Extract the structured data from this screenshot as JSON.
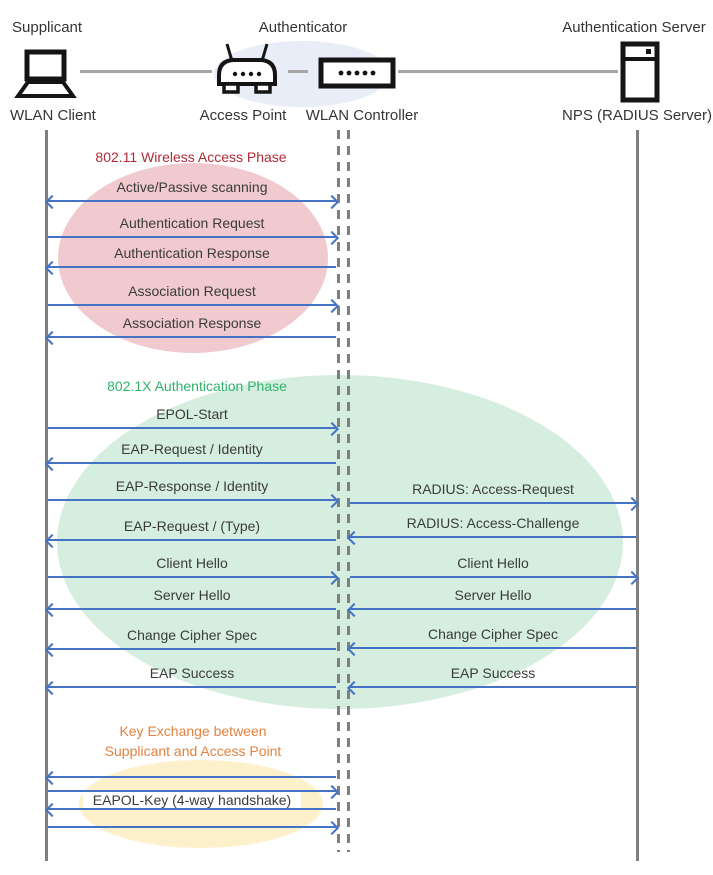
{
  "header": {
    "roles": {
      "supplicant": "Supplicant",
      "authenticator": "Authenticator",
      "authentication_server": "Authentication Server"
    },
    "devices": {
      "wlan_client": "WLAN Client",
      "access_point": "Access Point",
      "wlan_controller": "WLAN Controller",
      "radius_server": "NPS (RADIUS Server)"
    },
    "icons": [
      "laptop-icon",
      "access-point-icon",
      "wlan-controller-icon",
      "server-icon"
    ]
  },
  "phase1": {
    "title": "802.11 Wireless Access Phase",
    "title_color": "#B02A37",
    "fill_color": "#F0CACE",
    "messages": [
      {
        "label": "Active/Passive scanning",
        "direction": "both"
      },
      {
        "label": "Authentication Request",
        "direction": "right"
      },
      {
        "label": "Authentication Response",
        "direction": "left"
      },
      {
        "label": "Association Request",
        "direction": "right"
      },
      {
        "label": "Association Response",
        "direction": "left"
      }
    ]
  },
  "phase2": {
    "title": "802.1X Authentication Phase",
    "title_color": "#2FB46A",
    "fill_color": "#D5EEDF",
    "left_messages": [
      {
        "label": "EPOL-Start",
        "direction": "right"
      },
      {
        "label": "EAP-Request / Identity",
        "direction": "left"
      },
      {
        "label": "EAP-Response / Identity",
        "direction": "right"
      },
      {
        "label": "EAP-Request / (Type)",
        "direction": "left"
      },
      {
        "label": "Client Hello",
        "direction": "right"
      },
      {
        "label": "Server Hello",
        "direction": "left"
      },
      {
        "label": "Change Cipher Spec",
        "direction": "left"
      },
      {
        "label": "EAP Success",
        "direction": "left"
      }
    ],
    "right_messages": [
      {
        "label": "RADIUS: Access-Request",
        "direction": "right"
      },
      {
        "label": "RADIUS: Access-Challenge",
        "direction": "left"
      },
      {
        "label": "Client Hello",
        "direction": "right"
      },
      {
        "label": "Server Hello",
        "direction": "left"
      },
      {
        "label": "Change Cipher Spec",
        "direction": "left"
      },
      {
        "label": "EAP Success",
        "direction": "left"
      }
    ]
  },
  "phase3": {
    "title_line1": "Key Exchange between",
    "title_line2": "Supplicant and Access Point",
    "title_color": "#E3823F",
    "fill_color": "#FDF1CC",
    "messages": [
      {
        "label": "",
        "direction": "left"
      },
      {
        "label": "",
        "direction": "right"
      },
      {
        "label": "EAPOL-Key (4-way handshake)",
        "direction": "left"
      },
      {
        "label": "",
        "direction": "right"
      }
    ]
  },
  "colors": {
    "arrow": "#4472C4",
    "lifeline": "#7F7F7F",
    "connector": "#A6A6A6",
    "authenticator_highlight": "#E9EDF7",
    "text": "#3B3B3B"
  }
}
